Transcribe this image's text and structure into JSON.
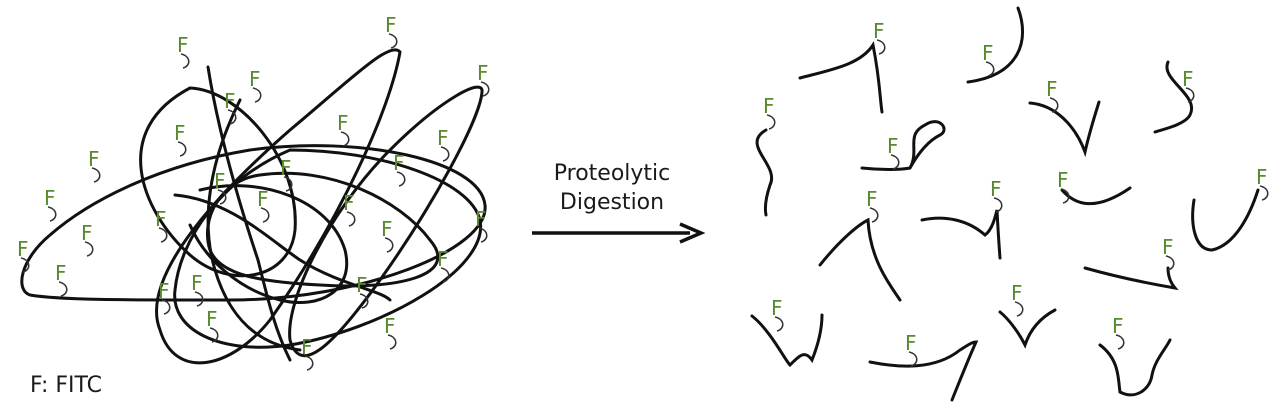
{
  "diagram": {
    "fitc_marker": "F",
    "legend": "F: FITC",
    "arrow_label_line1": "Proteolytic",
    "arrow_label_line2": "Digestion",
    "colors": {
      "strand": "#111111",
      "fitc": "#5a8a2e",
      "text": "#1a1a1a"
    }
  }
}
